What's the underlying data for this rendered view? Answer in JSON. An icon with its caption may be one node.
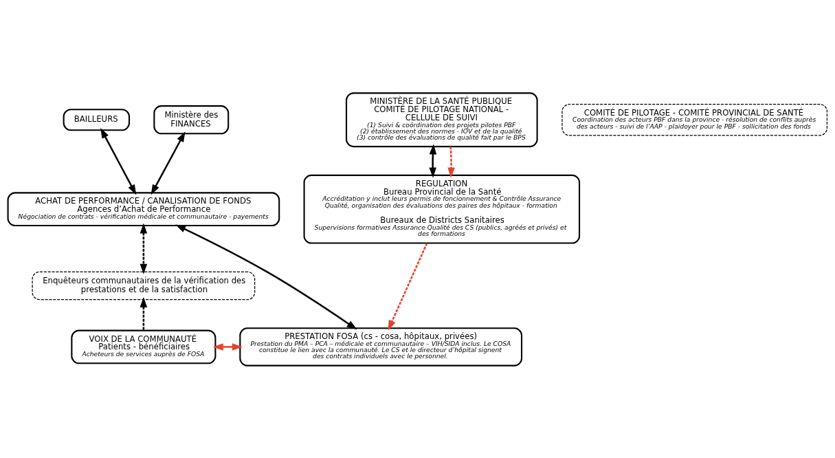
{
  "diagram": {
    "nodes": [
      {
        "text": [
          "BAILLEURS"
        ]
      },
      {
        "text": [
          "Ministère des FINANCES"
        ]
      },
      {
        "text": [
          "MINISTÈRE DE LA SANTÉ PUBLIQUE COMITÉ DE PILOTAGE NATIONAL - CELLULE DE SUIVI",
          "(1) Suivi & coördination des projets pilotes PBF",
          "(2) établissement des normes - IOV et de la qualité",
          "(3) contrôle des évaluations de qualité fait par le BPS"
        ]
      },
      {
        "text": [
          "COMITÉ DE PILOTAGE - COMITÉ PROVINCIAL DE SANTÉ",
          "Coordination des acteurs PBF dans la province - résolution de conflits auprès des acteurs - suivi de l’AAP - plaidoyer pour le PBF - sollicitation des fonds"
        ]
      },
      {
        "text": [
          "ACHAT DE PERFORMANCE / CANALISATION DE FONDS",
          "Agences d’Achat de Performance",
          "Négociation de contrats - vérification médicale et communautaire - payements"
        ]
      },
      {
        "text": [
          "REGULATION",
          "Bureau Provincial de la Santé",
          "Accréditation y inclut leurs permis de foncionnement & Contrôle Assurance Qualité, organisation des évaluations des paires des hôpitaux - formation",
          "Bureaux de Districts Sanitaires",
          "Supervisions formatives Assurance Qualité des CS (publics, agréés et privés) et des formations"
        ]
      },
      {
        "text": [
          "Enquêteurs communautaires de la vérification des prestations et de la satisfaction"
        ]
      },
      {
        "text": [
          "VOIX DE LA COMMUNAUTÉ",
          "Patients - bénéficiaires",
          "Acheteurs de services auprès de FOSA"
        ]
      },
      {
        "text": [
          "PRESTATION FOSA (cs - cosa, hôpitaux, privées)",
          "Prestation du PMA – PCA – médicale et communautaire – VIH/SIDA inclus. Le COSA constitue le lien avec la communauté. Le CS et le directeur d’hôpital signent des contrats individuels avec le personnel."
        ]
      }
    ],
    "edges": [
      {
        "from": 0,
        "to": 4,
        "arrow": "both"
      },
      {
        "from": 1,
        "to": 4,
        "arrow": "both"
      },
      {
        "from": 2,
        "to": 5,
        "arrow": "both"
      },
      {
        "from": 2,
        "to": 5,
        "arrow": "to",
        "style": "dashed",
        "color": "#e8412f"
      },
      {
        "from": 4,
        "to": 6,
        "arrow": "both",
        "style": "dashed"
      },
      {
        "from": 7,
        "to": 6,
        "arrow": "to",
        "style": "dashed"
      },
      {
        "from": 4,
        "to": 8,
        "arrow": "both"
      },
      {
        "from": 5,
        "to": 8,
        "arrow": "to",
        "style": "dashed",
        "color": "#e8412f"
      },
      {
        "from": 7,
        "to": 8,
        "arrow": "both",
        "color": "#e8412f"
      }
    ]
  }
}
